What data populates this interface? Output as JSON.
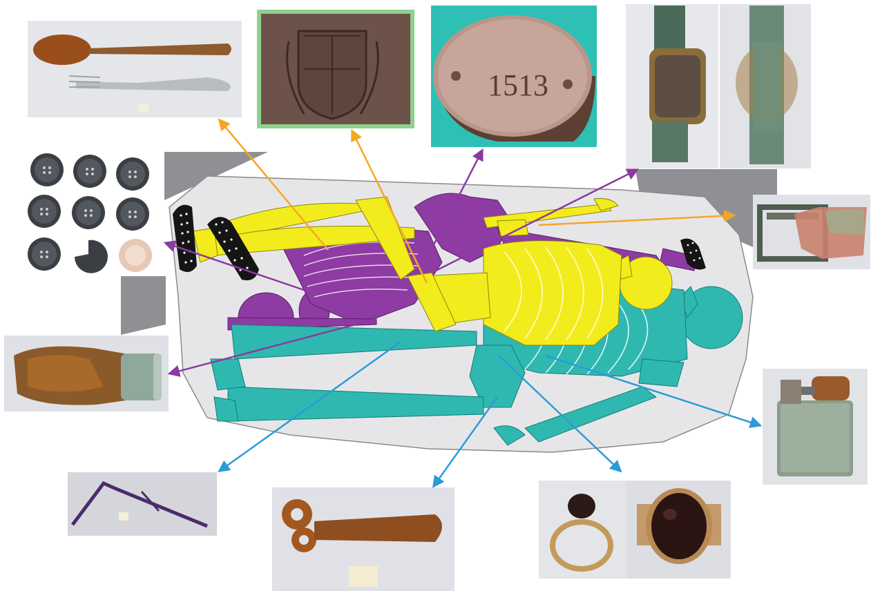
{
  "colors": {
    "individual_yellow": "#f2ec1c",
    "individual_purple": "#8e3ba3",
    "individual_teal": "#2fb8b0",
    "arrow_orange": "#f5a623",
    "arrow_purple": "#8a3aa0",
    "arrow_blue": "#2a9bd8",
    "grave_fill": "#e6e6e9",
    "grave_border": "#8a8a8a",
    "shadow_gray": "#8f9094"
  },
  "artifacts": {
    "spoon_fork": {
      "icon": "spoon-fork"
    },
    "buckle_coat_of_arms": {
      "icon": "coat-of-arms-plate"
    },
    "id_tag": {
      "icon": "engraved-disc",
      "engraving": "1513"
    },
    "wristwatch": {
      "icon": "wristwatch"
    },
    "buttons": {
      "icon": "buttons",
      "count": 9
    },
    "belt_buckle": {
      "icon": "belt-buckle"
    },
    "rusted_cylinder": {
      "icon": "rusted-cylinder"
    },
    "lighter": {
      "icon": "lighter"
    },
    "eyeglass_frame": {
      "icon": "bent-wire"
    },
    "rusted_key": {
      "icon": "key"
    },
    "ring": {
      "icon": "ring-with-stone"
    }
  },
  "footwear": {
    "icon": "hobnailed-boot-soles",
    "count": 3
  }
}
